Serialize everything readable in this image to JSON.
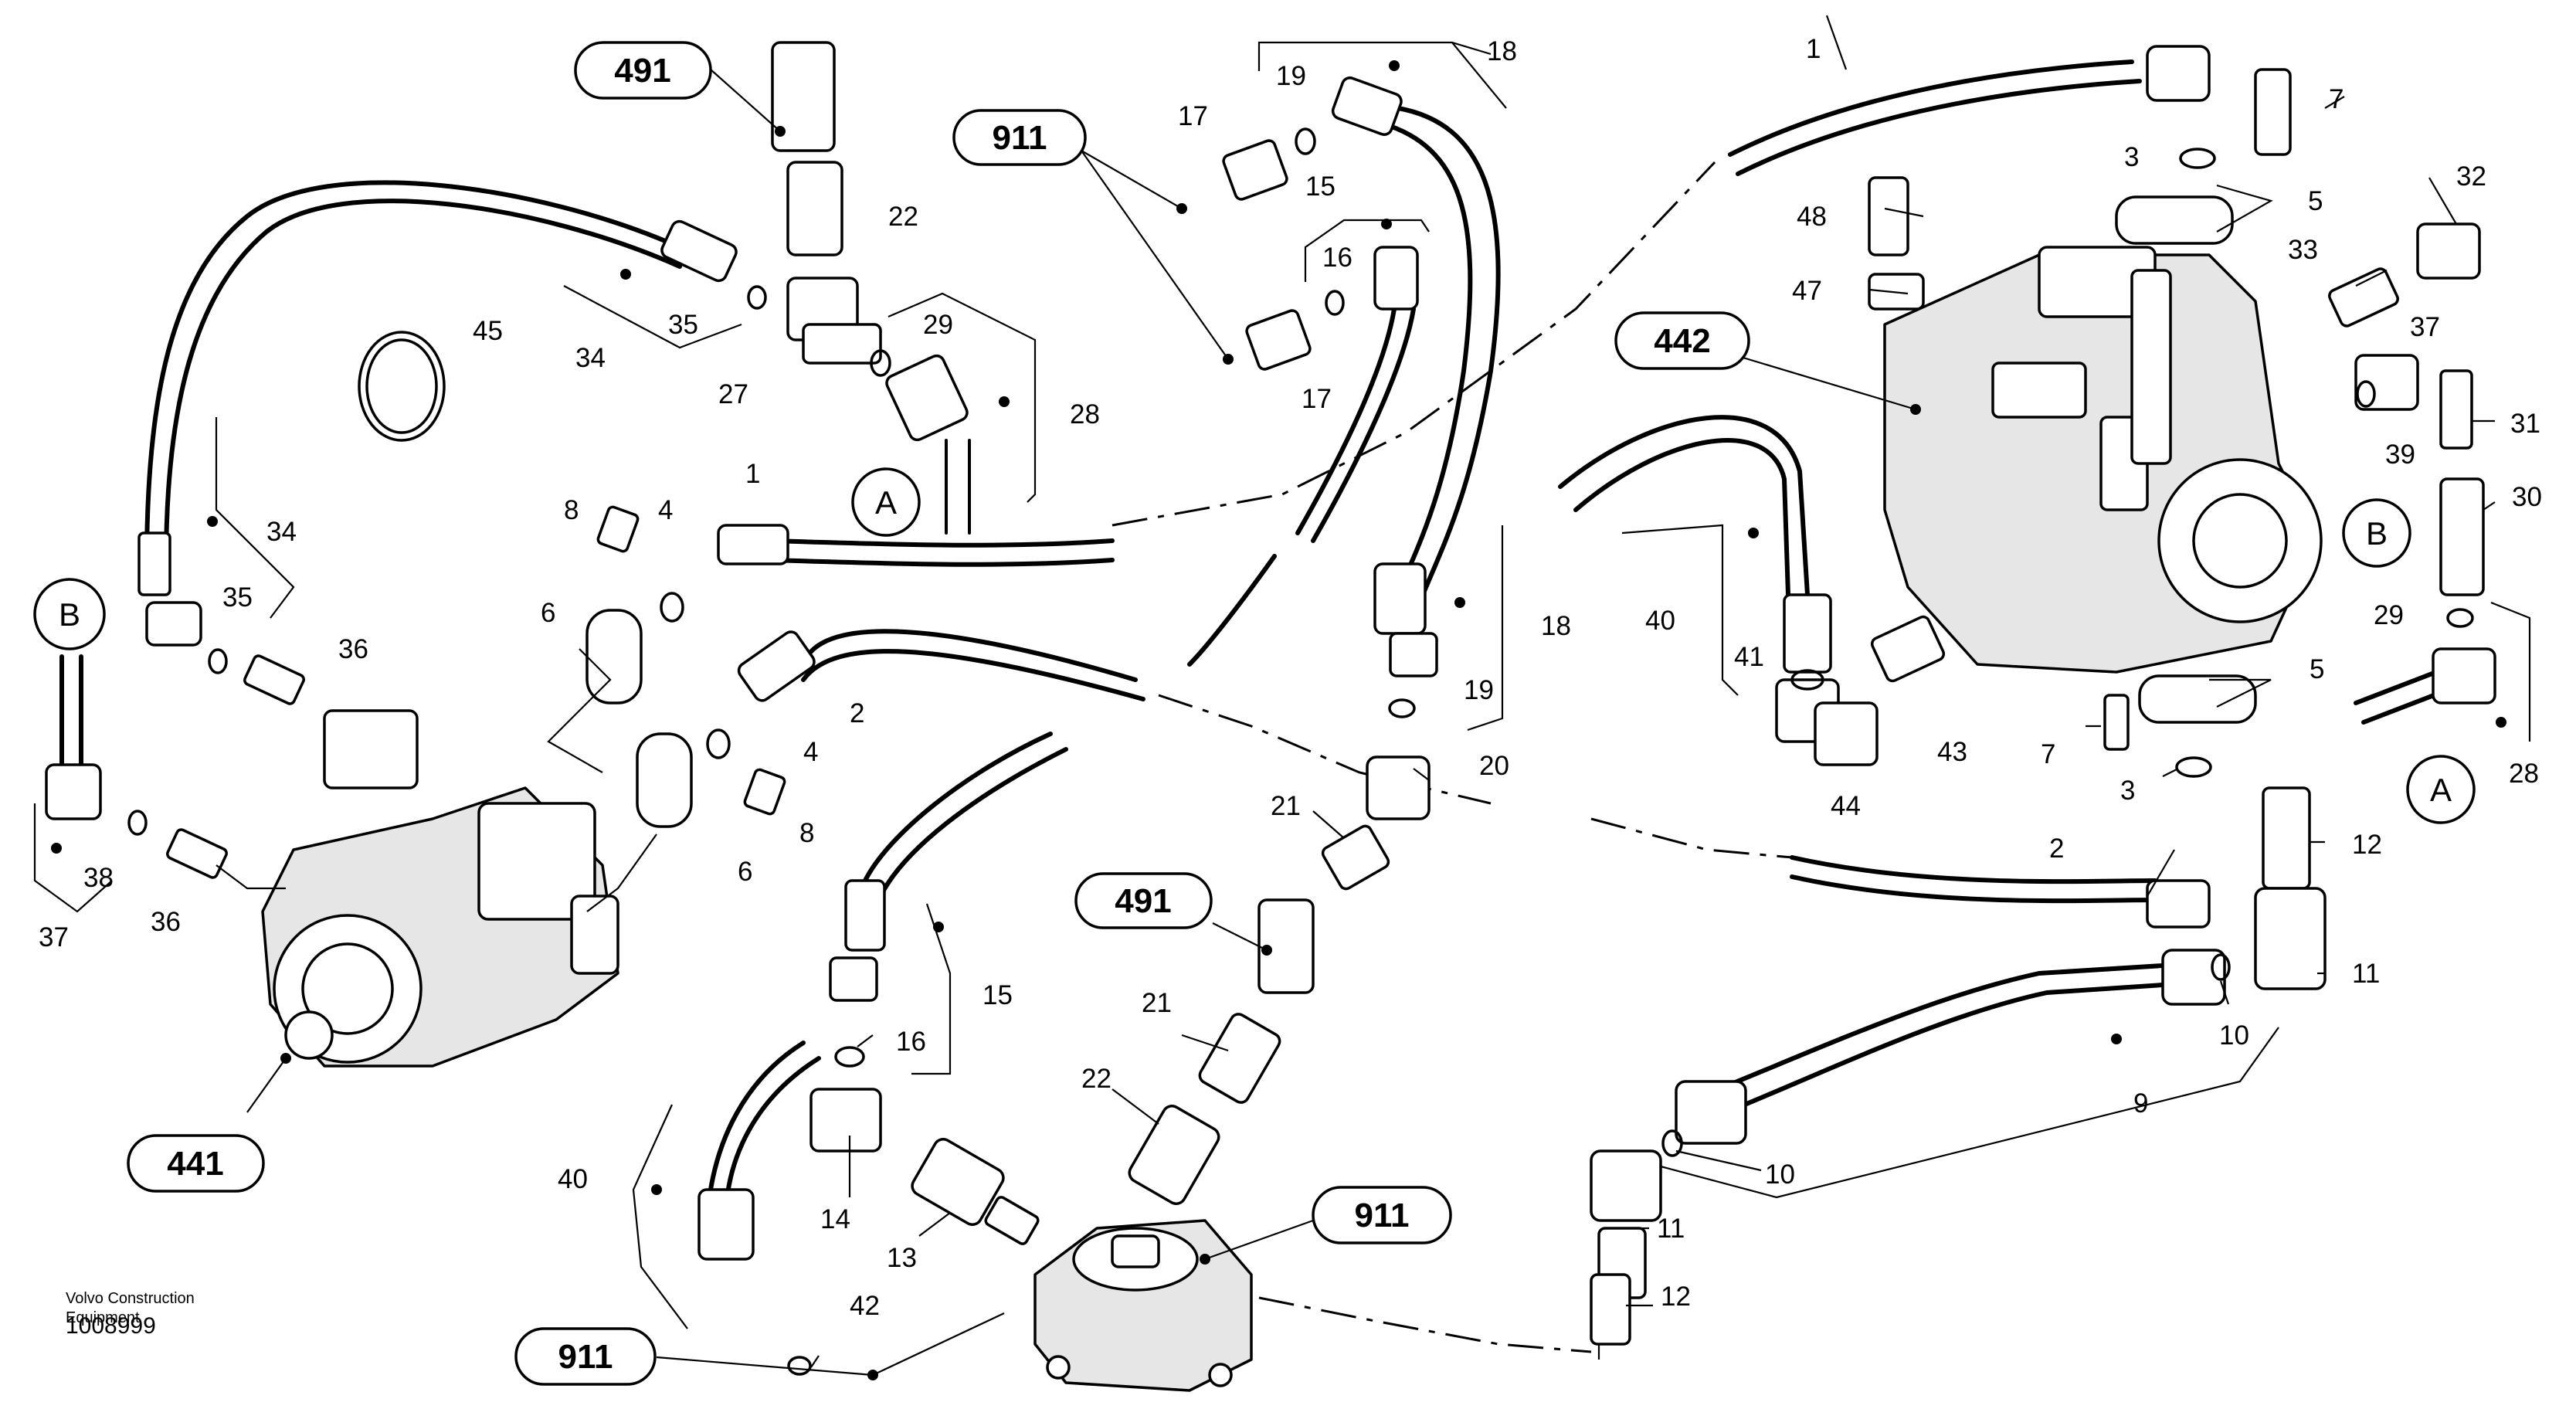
{
  "references": {
    "r491_top": "491",
    "r911_top": "911",
    "r442": "442",
    "r441": "441",
    "r491_mid": "491",
    "r911_mid": "911",
    "r911_bot": "911"
  },
  "connectors": {
    "a_left": "A",
    "b_left": "B",
    "b_right": "B",
    "a_right": "A"
  },
  "callouts": {
    "n18_top": "18",
    "n19_top": "19",
    "n17_top": "17",
    "n15_top": "15",
    "n16_top": "16",
    "n17_mid": "17",
    "n29_top": "29",
    "n28_left": "28",
    "n22_top": "22",
    "n35_top": "35",
    "n34_top": "34",
    "n27": "27",
    "n45": "45",
    "n1_left": "1",
    "n8_top": "8",
    "n4_top": "4",
    "n34_mid": "34",
    "n35_mid": "35",
    "n36_mid": "36",
    "n6_top": "6",
    "n2_left": "2",
    "n4_mid": "4",
    "n8_bot": "8",
    "n6_bot": "6",
    "n38": "38",
    "n36_bot": "36",
    "n37_left": "37",
    "n18_mid": "18",
    "n19_mid": "19",
    "n20": "20",
    "n21_top": "21",
    "n15_bot": "15",
    "n16_bot": "16",
    "n21_mid": "21",
    "n22_mid": "22",
    "n14": "14",
    "n13": "13",
    "n40_left": "40",
    "n42": "42",
    "n1_right": "1",
    "n7_top": "7",
    "n3_top": "3",
    "n5_top": "5",
    "n32": "32",
    "n48": "48",
    "n47": "47",
    "n33": "33",
    "n37_right": "37",
    "n31": "31",
    "n39": "39",
    "n30": "30",
    "n40_right": "40",
    "n41": "41",
    "n44": "44",
    "n43": "43",
    "n5_mid": "5",
    "n7_mid": "7",
    "n3_mid": "3",
    "n29_mid": "29",
    "n28_right": "28",
    "n2_right": "2",
    "n12_top": "12",
    "n11_top": "11",
    "n10_top": "10",
    "n9": "9",
    "n10_bot": "10",
    "n11_bot": "11",
    "n12_bot": "12"
  },
  "footer": {
    "company_line1": "Volvo Construction",
    "company_line2": "Equipment",
    "figure_number": "1008999"
  }
}
